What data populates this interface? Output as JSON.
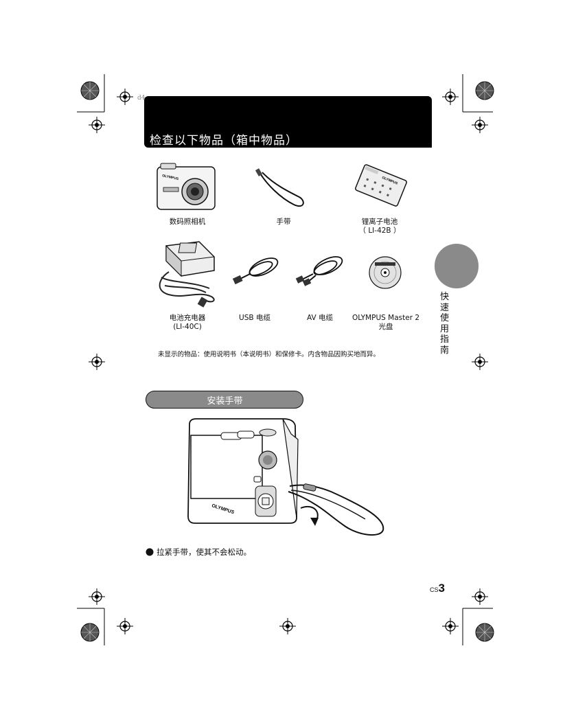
{
  "header": {
    "title": "检查以下物品（箱中物品）",
    "slug": "d4"
  },
  "items": [
    {
      "label": "数码照相机",
      "icon": "camera-icon"
    },
    {
      "label": "手带",
      "icon": "strap-icon"
    },
    {
      "label": "锂离子电池",
      "sublabel": "（ LI-42B ）",
      "icon": "battery-icon"
    },
    {
      "label": "电池充电器",
      "sublabel": "(LI-40C)",
      "icon": "charger-icon"
    },
    {
      "label": "USB 电缆",
      "icon": "usb-cable-icon"
    },
    {
      "label": "AV 电缆",
      "icon": "av-cable-icon"
    },
    {
      "label": "OLYMPUS Master 2",
      "sublabel": "光盘",
      "icon": "cd-rom-icon"
    }
  ],
  "note": "未显示的物品：使用说明书（本说明书）和保修卡。内含物品因购买地而异。",
  "section": {
    "title": "安装手带",
    "instruction": "拉紧手带，使其不会松动。"
  },
  "side_tab": {
    "label": "快速使用指南"
  },
  "footer": {
    "page_prefix": "CS",
    "page_number": "3"
  },
  "brand_text": "OLYMPUS",
  "colors": {
    "banner": "#000000",
    "tab": "#8a8a8a",
    "text": "#111111"
  }
}
